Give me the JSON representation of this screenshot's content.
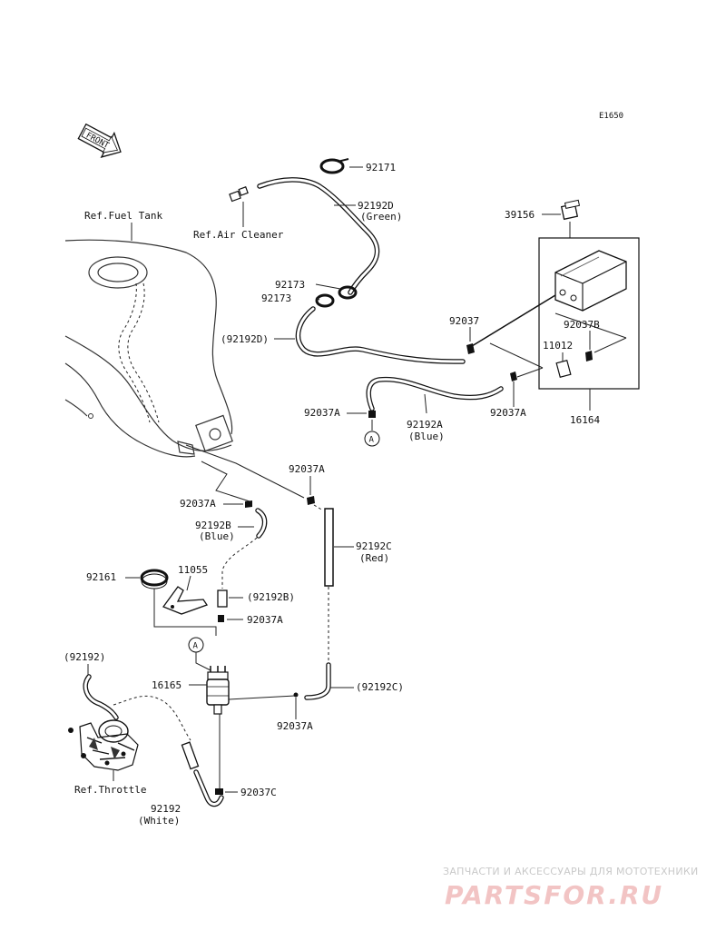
{
  "diagram_code": "E1650",
  "front_label": "FRONT",
  "refs": {
    "fuel_tank": "Ref.Fuel Tank",
    "air_cleaner": "Ref.Air Cleaner",
    "throttle": "Ref.Throttle"
  },
  "callout_marker": "A",
  "parts": {
    "p92171": "92171",
    "p92192D": "92192D",
    "p92192D_color": "(Green)",
    "p39156": "39156",
    "p92173_a": "92173",
    "p92173_b": "92173",
    "p92192D_ref": "(92192D)",
    "p92037_top": "92037",
    "p92037B": "92037B",
    "p11012": "11012",
    "p92037A_1": "92037A",
    "p92192A": "92192A",
    "p92192A_color": "(Blue)",
    "p92037A_2": "92037A",
    "p16164": "16164",
    "p92037A_3": "92037A",
    "p92037A_4": "92037A",
    "p92192B": "92192B",
    "p92192B_color": "(Blue)",
    "p92192C": "92192C",
    "p92192C_color": "(Red)",
    "p92161": "92161",
    "p11055": "11055",
    "p92192B_ref": "(92192B)",
    "p92037A_5": "92037A",
    "p92192_ref": "(92192)",
    "p16165": "16165",
    "p92192C_ref": "(92192C)",
    "p92037A_6": "92037A",
    "p92037C": "92037C",
    "p92192": "92192",
    "p92192_color": "(White)"
  },
  "watermark": {
    "tagline": "ЗАПЧАСТИ И АКСЕССУАРЫ ДЛЯ МОТОТЕХНИКИ",
    "brand": "PARTSFOR.RU"
  }
}
